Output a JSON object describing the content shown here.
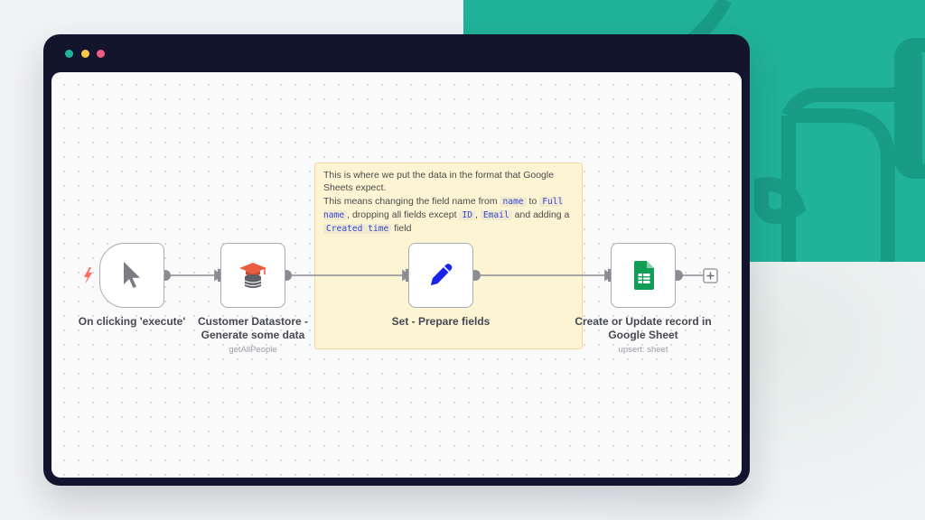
{
  "window": {
    "controls": [
      {
        "name": "teal",
        "color": "#1fb49c"
      },
      {
        "name": "yellow",
        "color": "#f6c945"
      },
      {
        "name": "pink",
        "color": "#f25b84"
      }
    ]
  },
  "sticky_note": {
    "line1": "This is where we put the data in the format that Google Sheets expect.",
    "line2_a": "This means changing the field name from ",
    "code_name": "name",
    "line2_b": " to ",
    "code_full_name": "Full name",
    "line2_c": ", dropping all fields except ",
    "code_id": "ID",
    "line2_d": ", ",
    "code_email": "Email",
    "line2_e": " and adding a ",
    "code_created_time": "Created time",
    "line2_f": " field"
  },
  "nodes": [
    {
      "id": "trigger",
      "label": "On clicking 'execute'",
      "subtitle": "",
      "icon": "mouse-pointer-icon"
    },
    {
      "id": "datastore",
      "label": "Customer Datastore - Generate some data",
      "subtitle": "getAllPeople",
      "icon": "database-graduation-cap-icon"
    },
    {
      "id": "set",
      "label": "Set - Prepare fields",
      "subtitle": "",
      "icon": "pen-icon"
    },
    {
      "id": "gsheet",
      "label": "Create or Update record in Google Sheet",
      "subtitle": "upsert: sheet",
      "icon": "google-sheets-icon"
    }
  ],
  "trigger_badge_icon": "lightning-bolt-icon",
  "add_node_icon": "plus-icon",
  "colors": {
    "accent_teal": "#20b29a",
    "window_frame": "#13152e",
    "bolt": "#ff6d5a",
    "pen": "#1a23e8",
    "sheets_green": "#0f9d58"
  }
}
